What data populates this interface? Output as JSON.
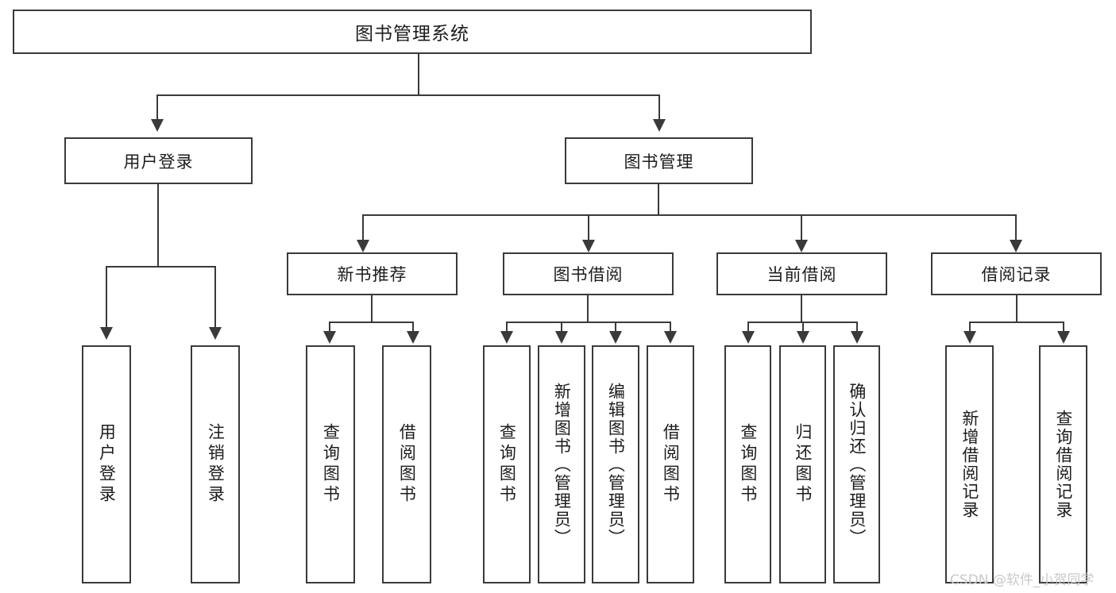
{
  "diagram": {
    "title_text": "图书管理系统",
    "type": "tree / functional structure chart",
    "stroke_color": "#3a3a3a",
    "text_color": "#1c1c1c",
    "background_color": "#ffffff"
  },
  "root": {
    "label": "图书管理系统"
  },
  "level2": [
    {
      "label": "用户登录"
    },
    {
      "label": "图书管理"
    }
  ],
  "level3": [
    {
      "label": "新书推荐"
    },
    {
      "label": "图书借阅"
    },
    {
      "label": "当前借阅"
    },
    {
      "label": "借阅记录"
    }
  ],
  "leaves": {
    "user_login": [
      {
        "label": "用户登录"
      },
      {
        "label": "注销登录"
      }
    ],
    "new_book_recommend": [
      {
        "label": "查询图书"
      },
      {
        "label": "借阅图书"
      }
    ],
    "book_borrow": [
      {
        "label": "查询图书"
      },
      {
        "label": "新增图书（管理员）"
      },
      {
        "label": "编辑图书（管理员）"
      },
      {
        "label": "借阅图书"
      }
    ],
    "current_borrow": [
      {
        "label": "查询图书"
      },
      {
        "label": "归还图书"
      },
      {
        "label": "确认归还（管理员）"
      }
    ],
    "borrow_record": [
      {
        "label": "新增借阅记录"
      },
      {
        "label": "查询借阅记录"
      }
    ]
  },
  "watermark": {
    "text": "CSDN @软件_小贺同学"
  }
}
